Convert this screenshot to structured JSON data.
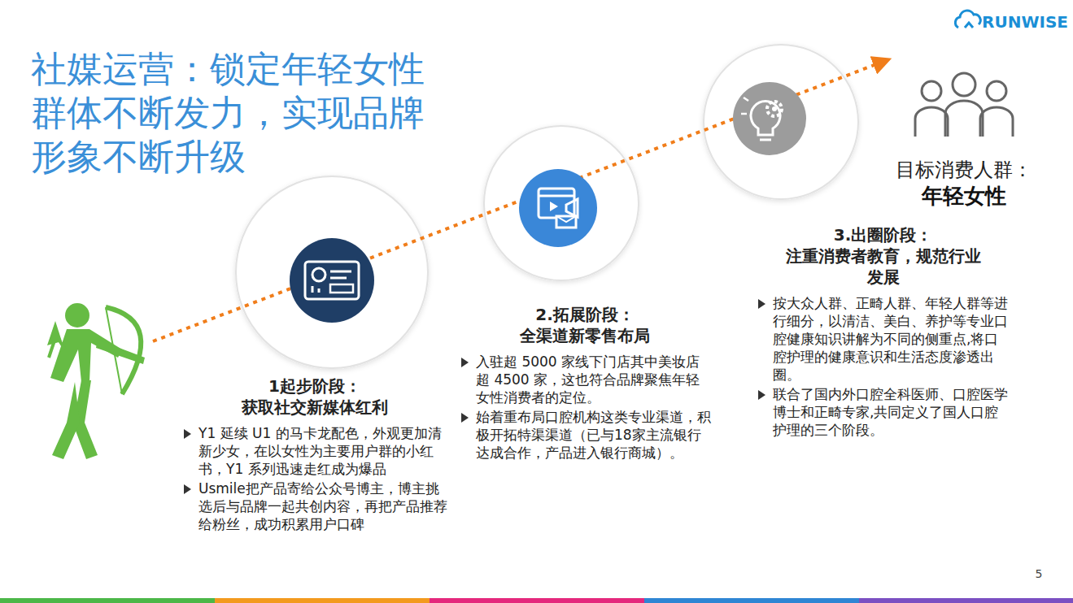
{
  "diagram": {
    "title": "社媒运营：锁定年轻女性群体不断发力，实现品牌形象不断升级",
    "nodes": [
      {
        "text": [
          "1起步阶段：",
          "获取社交新媒体红利",
          "Y1 延续 U1 的马卡龙配色，外观更加清新少女，在以女性为主要用户群的小红书，Y1 系列迅速走红成为爆品",
          "Usmile把产品寄给公众号博主，博主挑选后与品牌一起共创内容，再把产品推荐给粉丝，成功积累用户口碑"
        ]
      },
      {
        "text": [
          "2.拓展阶段：",
          "全渠道新零售布局",
          "入驻超 5000 家线下门店其中美妆店超 4500 家，这也符合品牌聚焦年轻女性消费者的定位。",
          "始着重布局口腔机构这类专业渠道，积极开拓特渠渠道（已与18家主流银行达成合作，产品进入银行商城）。"
        ]
      },
      {
        "text": [
          "3.出圈阶段：",
          "注重消费者教育，规范行业发展",
          "按大众人群、正畸人群、年轻人群等进行细分，以清洁、美白、养护等专业口腔健康知识讲解为不同的侧重点,将口腔护理的健康意识和生活态度渗透出圈。",
          "联合了国内外口腔全科医师、口腔医学博士和正畸专家,共同定义了国人口腔护理的三个阶段。"
        ]
      }
    ],
    "labels": [
      "RUNWISE",
      "目标消费人群：",
      "年轻女性",
      "5"
    ]
  }
}
